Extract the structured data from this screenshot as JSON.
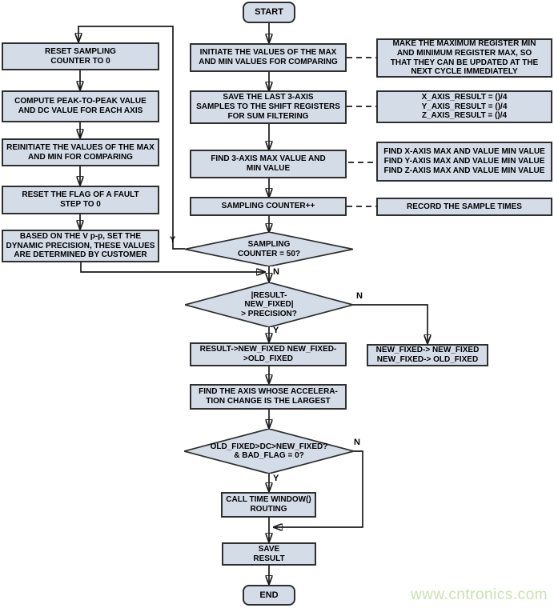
{
  "title": "fall-detection algorithm flowchart",
  "colors": {
    "node_fill": "#d4dce8",
    "node_border": "#2f2f2f",
    "line": "#1a1a1a",
    "watermark": "#c8e3ae",
    "background": "#ffffff"
  },
  "labels": {
    "yes": "Y",
    "no": "N"
  },
  "watermark": "www.cntronics.com",
  "nodes": {
    "start": "START",
    "end": "END",
    "reset_counter": "RESET SAMPLING\nCOUNTER TO 0",
    "compute_pp": "COMPUTE PEAK-TO-PEAK VALUE\nAND DC VALUE FOR EACH AXIS",
    "reinit_maxmin": "REINITIATE THE VALUES OF THE MAX\nAND MIN FOR COMPARING",
    "reset_flag": "RESET THE FLAG OF A FAULT\nSTEP TO 0",
    "dynamic_precision": "BASED ON THE V p-p, SET THE\nDYNAMIC PRECISION, THESE VALUES\nARE DETERMINED BY CUSTOMER",
    "init_maxmin": "INITIATE THE VALUES OF THE MAX\nAND MIN VALUES FOR COMPARING",
    "save_samples": "SAVE THE LAST 3-AXIS\nSAMPLES TO THE SHIFT REGISTERS\nFOR SUM FILTERING",
    "find_maxmin": "FIND 3-AXIS MAX VALUE AND\nMIN VALUE",
    "counter_inc": "SAMPLING COUNTER++",
    "decision_counter": "SAMPLING\nCOUNTER = 50?",
    "decision_precision": "|RESULT-\nNEW_FIXED|\n> PRECISION?",
    "result_fixed": "RESULT->NEW_FIXED NEW_FIXED-\n>OLD_FIXED",
    "find_axis": "FIND THE AXIS WHOSE ACCELERA-\nTION CHANGE IS THE LARGEST",
    "decision_fixed": "OLD_FIXED>DC>NEW_FIXED?\n& BAD_FLAG = 0?",
    "call_window": "CALL TIME WINDOW()\nROUTING",
    "save_result": "SAVE\nRESULT",
    "new_fixed": "NEW_FIXED-> NEW_FIXED\nNEW_FIXED-> OLD_FIXED",
    "note_make_max": "MAKE THE MAXIMUM REGISTER MIN\nAND MINIMUM REGISTER MAX, SO\nTHAT THEY CAN BE UPDATED AT THE\nNEXT CYCLE IMMEDIATELY",
    "note_axis_result": "X_AXIS_RESULT = ()/4\nY_AXIS_RESULT = ()/4\nZ_AXIS_RESULT = ()/4",
    "note_find_axis": "FIND X-AXIS MAX AND VALUE MIN VALUE\nFIND Y-AXIS MAX AND VALUE MIN VALUE\nFIND Z-AXIS MAX AND VALUE MIN VALUE",
    "note_record": "RECORD THE SAMPLE TIMES"
  }
}
